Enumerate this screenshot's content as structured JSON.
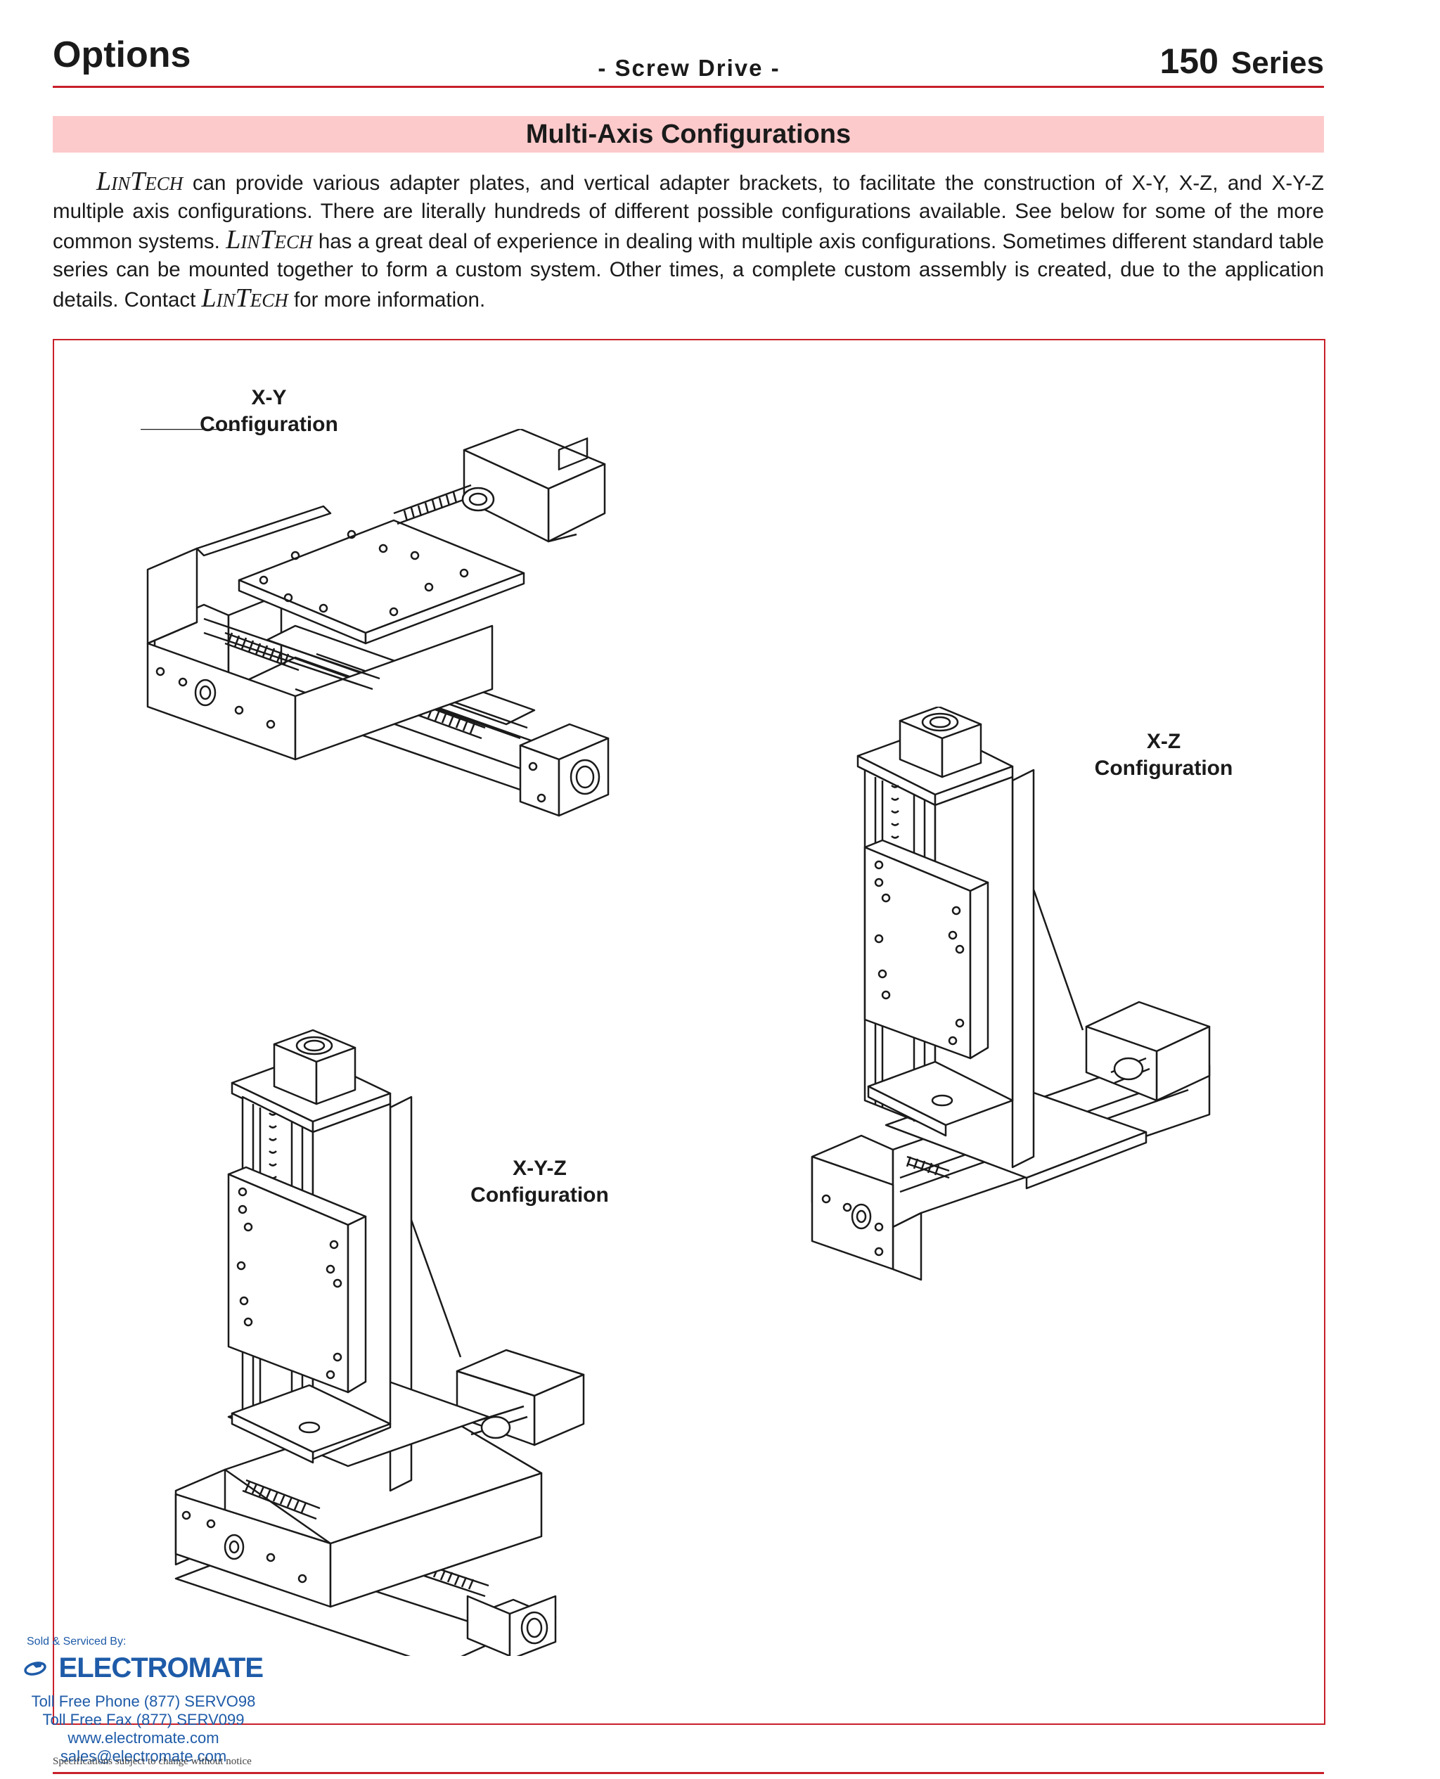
{
  "header": {
    "section": "Options",
    "subtitle": "- Screw Drive -",
    "series_number": "150",
    "series_word": "Series"
  },
  "band_title": "Multi-Axis Configurations",
  "intro": {
    "brand": "LinTech",
    "s1": " can provide various adapter plates, and vertical adapter brackets, to facilitate the construction of X-Y, X-Z, and X-Y-Z multiple axis configurations. There are literally hundreds of different possible configurations available. See below for some of the more common systems. ",
    "s2": " has a great deal of experience in dealing with multiple axis configurations. Sometimes different standard table series can be mounted together to form a custom system. Other times, a complete custom assembly is created, due to the application details. Contact ",
    "s3": " for more information."
  },
  "figures": {
    "xy": {
      "line1": "X-Y",
      "line2": "Configuration"
    },
    "xz": {
      "line1": "X-Z",
      "line2": "Configuration"
    },
    "xyz": {
      "line1": "X-Y-Z",
      "line2": "Configuration"
    }
  },
  "distributor": {
    "sold_by": "Sold & Serviced By:",
    "name": "ELECTROMATE",
    "phone": "Toll Free Phone  (877) SERVO98",
    "fax": "Toll Free Fax  (877) SERV099",
    "web": "www.electromate.com",
    "email": "sales@electromate.com"
  },
  "footer_note": "Specifications subject to change without notice",
  "colors": {
    "accent_red": "#c8202a",
    "band_pink": "#fdcacb",
    "distributor_blue": "#1e5ba8"
  }
}
